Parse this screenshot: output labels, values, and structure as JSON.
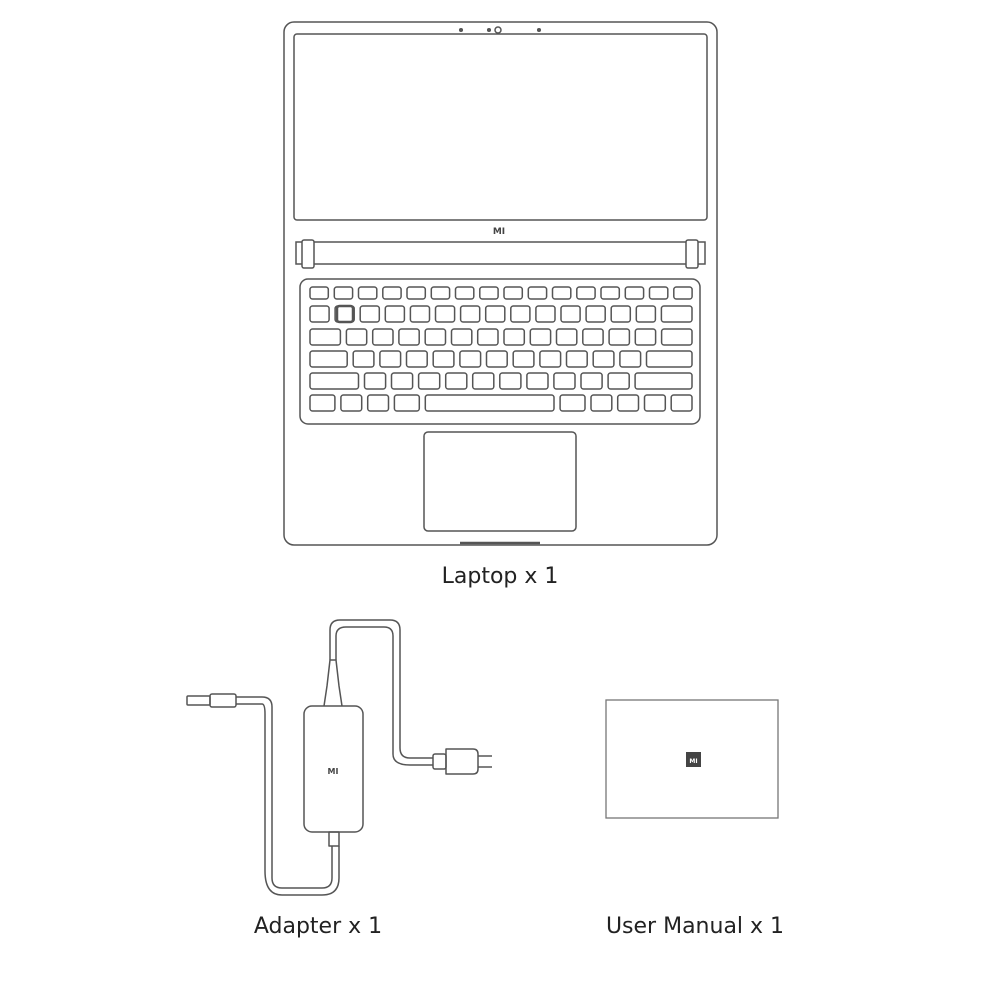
{
  "items": [
    {
      "id": "laptop",
      "caption": "Laptop x 1"
    },
    {
      "id": "adapter",
      "caption": "Adapter x 1"
    },
    {
      "id": "manual",
      "caption": "User Manual x 1"
    }
  ],
  "brand": {
    "logo_text": "MI"
  },
  "colors": {
    "line": "#555555",
    "background": "#ffffff",
    "logo_badge": "#444444"
  }
}
